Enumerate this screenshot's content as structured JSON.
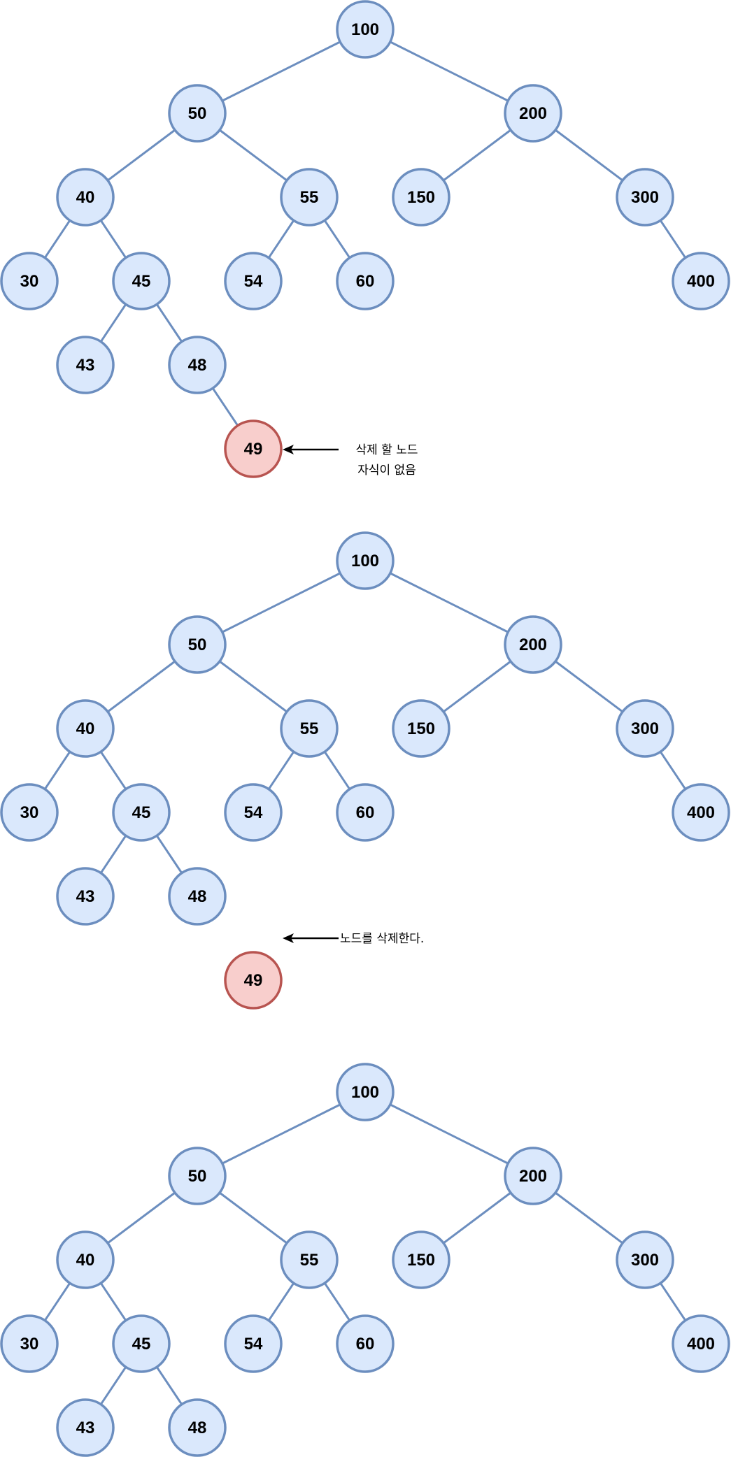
{
  "colors": {
    "node_fill": "#dae8fc",
    "node_stroke": "#6c8ebf",
    "delete_fill": "#f8cecc",
    "delete_stroke": "#b85450"
  },
  "panels": [
    {
      "nodes": [
        "100",
        "50",
        "200",
        "40",
        "55",
        "150",
        "300",
        "30",
        "45",
        "54",
        "60",
        "400",
        "43",
        "48",
        "49"
      ],
      "note_lines": [
        "삭제 할 노드",
        "자식이 없음"
      ]
    },
    {
      "nodes": [
        "100",
        "50",
        "200",
        "40",
        "55",
        "150",
        "300",
        "30",
        "45",
        "54",
        "60",
        "400",
        "43",
        "48",
        "49"
      ],
      "note_lines": [
        "노드를 삭제한다."
      ]
    },
    {
      "nodes": [
        "100",
        "50",
        "200",
        "40",
        "55",
        "150",
        "300",
        "30",
        "45",
        "54",
        "60",
        "400",
        "43",
        "48"
      ],
      "note_lines": []
    }
  ]
}
